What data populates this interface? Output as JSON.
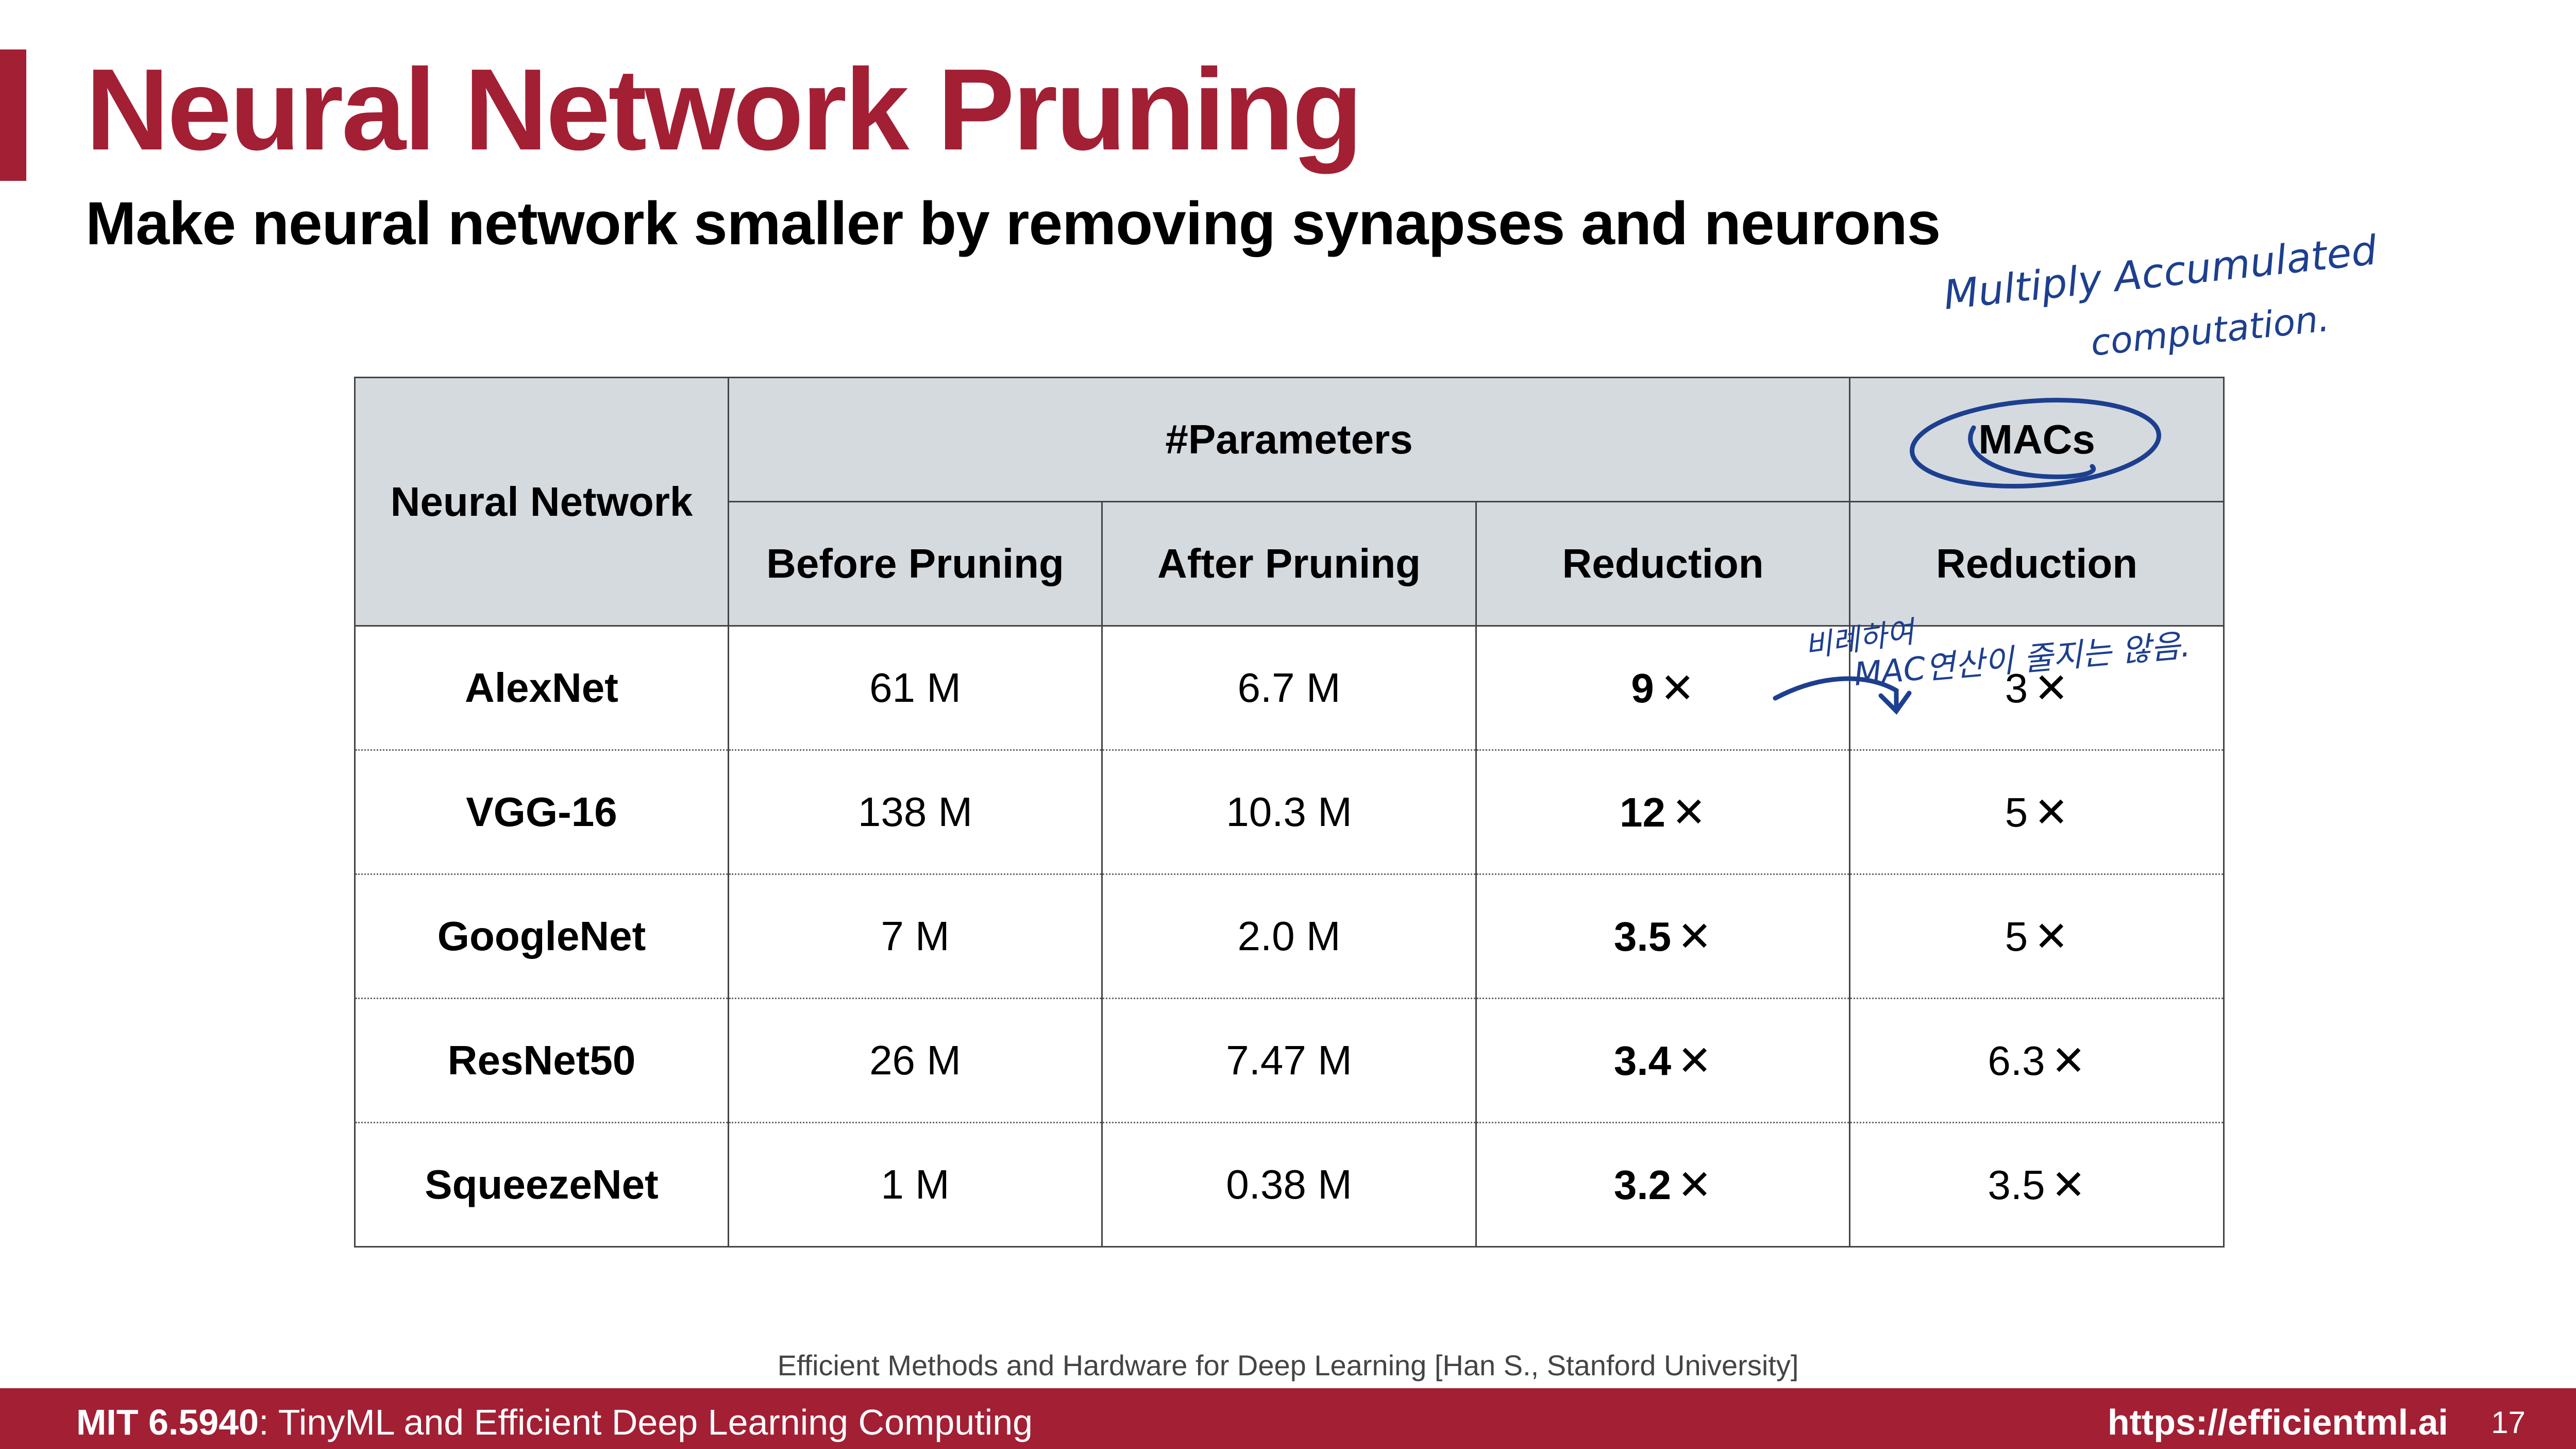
{
  "slide": {
    "title": "Neural Network Pruning",
    "subtitle": "Make neural network smaller by removing synapses and neurons"
  },
  "table": {
    "header_network": "Neural Network",
    "header_parameters": "#Parameters",
    "header_macs": "MACs",
    "subheaders": [
      "Before Pruning",
      "After Pruning",
      "Reduction",
      "Reduction"
    ],
    "times_symbol": "✕",
    "rows": [
      {
        "name": "AlexNet",
        "before": "61 M",
        "after": "6.7 M",
        "param_reduction": "9",
        "mac_reduction": "3"
      },
      {
        "name": "VGG-16",
        "before": "138 M",
        "after": "10.3 M",
        "param_reduction": "12",
        "mac_reduction": "5"
      },
      {
        "name": "GoogleNet",
        "before": "7 M",
        "after": "2.0 M",
        "param_reduction": "3.5",
        "mac_reduction": "5"
      },
      {
        "name": "ResNet50",
        "before": "26 M",
        "after": "7.47 M",
        "param_reduction": "3.4",
        "mac_reduction": "6.3"
      },
      {
        "name": "SqueezeNet",
        "before": "1 M",
        "after": "0.38 M",
        "param_reduction": "3.2",
        "mac_reduction": "3.5"
      }
    ]
  },
  "annotations": {
    "note_line1": "Multiply Accumulated",
    "note_line2": "computation.",
    "note_korean_line1": "비례하여",
    "note_korean_line2": "MAC연산이 줄지는 않음."
  },
  "citation": "Efficient Methods and Hardware for Deep Learning [Han S., Stanford University]",
  "footer": {
    "course_code": "MIT 6.5940",
    "course_rest": ": TinyML and Efficient Deep Learning Computing",
    "url": "https://efficientml.ai",
    "page_number": "17"
  },
  "colors": {
    "brand": "#a31f34",
    "header_bg": "#d5dadf",
    "ink": "#1d3f8f"
  }
}
